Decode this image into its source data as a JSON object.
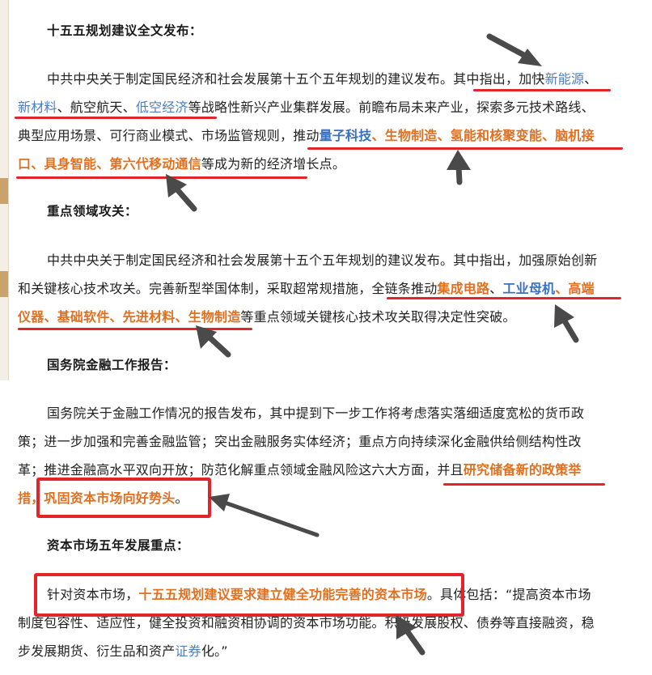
{
  "sections": [
    {
      "heading": "十五五规划建议全文发布：",
      "lines": [
        [
          {
            "t": "中共中央关于制定国民经济和社会发展第十五个五年规划的建议发布。其中指出，加快",
            "s": "n"
          },
          {
            "t": "新能源",
            "s": "blue"
          },
          {
            "t": "、",
            "s": "n"
          }
        ],
        [
          {
            "t": "新材料",
            "s": "blue"
          },
          {
            "t": "、航空航天、",
            "s": "n"
          },
          {
            "t": "低空经济",
            "s": "blue"
          },
          {
            "t": "等战略性新兴产业集群发展。前瞻布局未来产业，探索多元技术路线、",
            "s": "n"
          }
        ],
        [
          {
            "t": "典型应用场景、可行商业模式、市场监管规则，推动",
            "s": "n"
          },
          {
            "t": "量子科技",
            "s": "bblue"
          },
          {
            "t": "、生物制造、氢能和核聚变能、脑机接",
            "s": "bor"
          }
        ],
        [
          {
            "t": "口、具身智能、第六代移动通信",
            "s": "bor"
          },
          {
            "t": "等成为新的经济增长点。",
            "s": "n"
          }
        ]
      ]
    },
    {
      "heading": "重点领域攻关：",
      "lines": [
        [
          {
            "t": "中共中央关于制定国民经济和社会发展第十五个五年规划的建议发布。其中指出，加强原始创新",
            "s": "n"
          }
        ],
        [
          {
            "t": "和关键核心技术攻关。完善新型举国体制，采取超常规措施，全链条推动",
            "s": "n"
          },
          {
            "t": "集成电路",
            "s": "bor"
          },
          {
            "t": "、",
            "s": "n"
          },
          {
            "t": "工业母机",
            "s": "bblue"
          },
          {
            "t": "、高端",
            "s": "bor"
          }
        ],
        [
          {
            "t": "仪器、基础软件、先进材料、生物制造",
            "s": "bor"
          },
          {
            "t": "等重点领域关键核心技术攻关取得决定性突破。",
            "s": "n"
          }
        ]
      ]
    },
    {
      "heading": "国务院金融工作报告：",
      "lines": [
        [
          {
            "t": "国务院关于金融工作情况的报告发布，其中提到下一步工作将考虑落实落细适度宽松的货币政",
            "s": "n"
          }
        ],
        [
          {
            "t": "策；进一步加强和完善金融监管；突出金融服务实体经济；重点方向持续深化金融供给侧结构性改",
            "s": "n"
          }
        ],
        [
          {
            "t": "革；推进金融高水平双向开放；防范化解重点领域金融风险这六大方面，并且",
            "s": "n"
          },
          {
            "t": "研究储备新的政策举",
            "s": "bor"
          }
        ],
        [
          {
            "t": "措，巩固资本市场向好势头",
            "s": "bor"
          },
          {
            "t": "。",
            "s": "n"
          }
        ]
      ]
    },
    {
      "heading": "资本市场五年发展重点：",
      "lines": [
        [
          {
            "t": "针对资本市场，",
            "s": "n"
          },
          {
            "t": "十五五规划建议要求建立健全功能完善的资本市场",
            "s": "bor"
          },
          {
            "t": "。具体包括：“提高资本市场",
            "s": "n"
          }
        ],
        [
          {
            "t": "制度包容性、适应性，健全投资和融资相协调的资本市场功能。积极发展股权、债券等直接融资，稳",
            "s": "n"
          }
        ],
        [
          {
            "t": "步发展期货、衍生品和资产",
            "s": "n"
          },
          {
            "t": "证券",
            "s": "blue"
          },
          {
            "t": "化。”",
            "s": "n"
          }
        ]
      ]
    }
  ],
  "colors": {
    "accent_red": "#e2242b",
    "highlight_orange": "#e07020",
    "link_blue": "#4a7fc0",
    "arrow": "#4a4a4a"
  },
  "icons": [
    "arrow-annotation-icon"
  ]
}
